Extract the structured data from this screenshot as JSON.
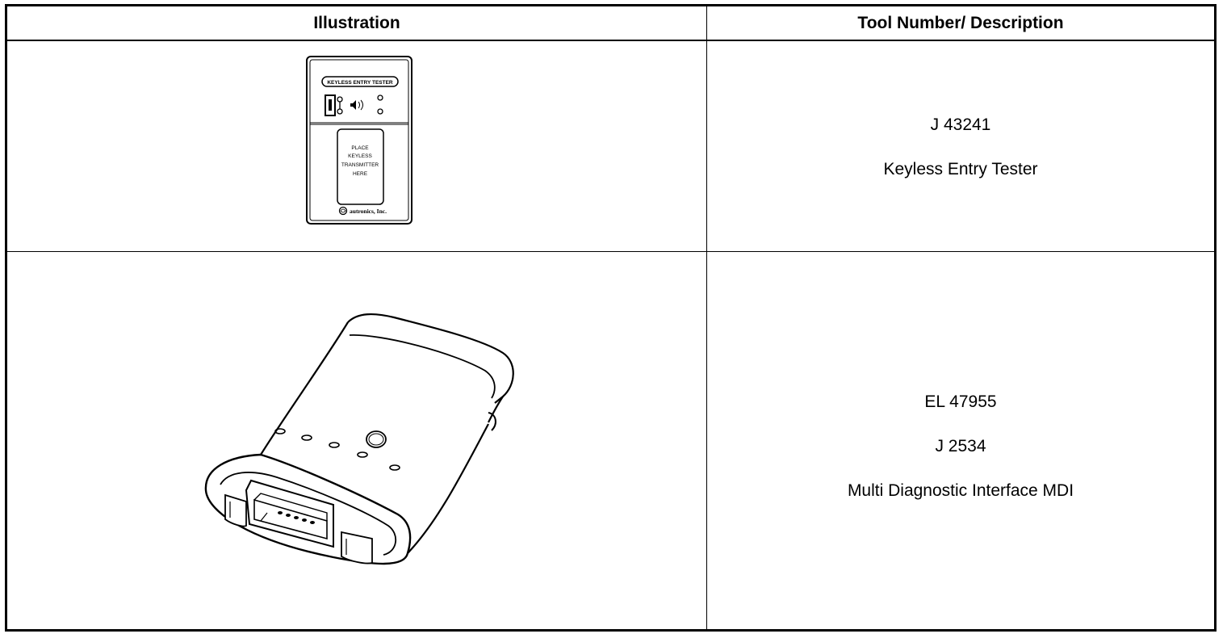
{
  "table": {
    "headers": {
      "illustration": "Illustration",
      "tool_description": "Tool Number/ Description"
    },
    "rows": [
      {
        "illustration": {
          "device_label": "KEYLESS ENTRY TESTER",
          "slot_text": [
            "PLACE",
            "KEYLESS",
            "TRANSMITTER",
            "HERE"
          ],
          "maker": "autronics, Inc."
        },
        "lines": [
          "J 43241",
          "Keyless Entry Tester"
        ]
      },
      {
        "illustration": {},
        "lines": [
          "EL 47955",
          "J 2534",
          "Multi Diagnostic Interface MDI"
        ]
      }
    ]
  }
}
